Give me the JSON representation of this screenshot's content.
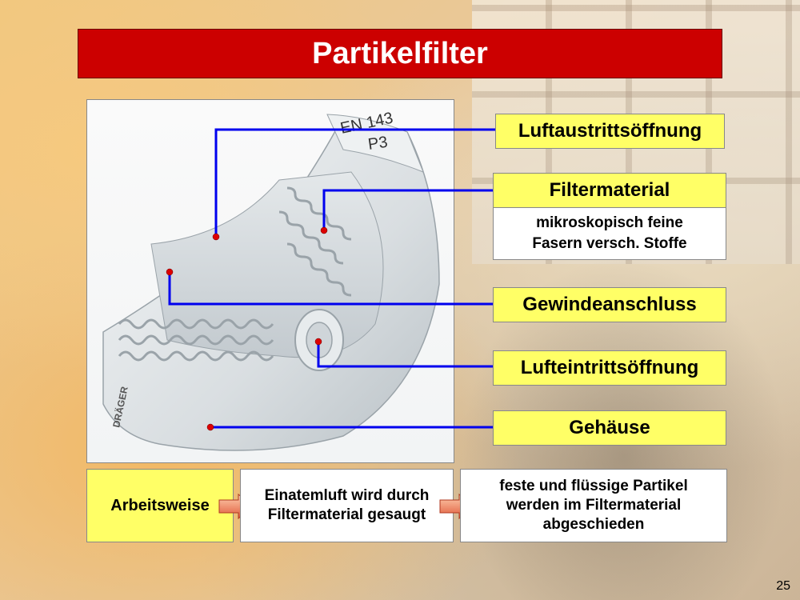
{
  "title": "Partikelfilter",
  "image": {
    "stamp_lines": [
      "EN 143",
      "P3"
    ],
    "side_text": "DRÄGER"
  },
  "labels": {
    "luftaustritt": "Luftaustrittsöffnung",
    "filtermaterial": "Filtermaterial",
    "filtermaterial_desc_1": "mikroskopisch feine",
    "filtermaterial_desc_2": "Fasern versch. Stoffe",
    "gewinde": "Gewindeanschluss",
    "lufteintritt": "Lufteintrittsöffnung",
    "gehaeuse": "Gehäuse"
  },
  "flow": {
    "step0": "Arbeitsweise",
    "step1_line1": "Einatemluft wird durch",
    "step1_line2": "Filtermaterial gesaugt",
    "step2_line1": "feste und flüssige Partikel",
    "step2_line2": "werden im Filtermaterial",
    "step2_line3": "abgeschieden"
  },
  "page_number": "25",
  "colors": {
    "title_bg": "#cc0000",
    "label_bg": "#ffff66",
    "leader_line": "#0000ee",
    "leader_dot": "#dd0000"
  }
}
